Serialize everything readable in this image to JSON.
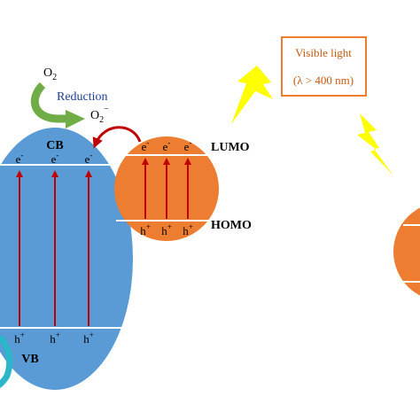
{
  "colors": {
    "semiconductor_fill": "#5b9bd5",
    "dye_fill": "#ed7d31",
    "arrow_red": "#c00000",
    "reduction_arrow": "#70ad47",
    "lightning": "#ffff00",
    "light_box_border": "#ed7d31",
    "light_text": "#c55a11",
    "reduction_text": "#1f3f8f",
    "cyan_arrow": "#2bb6c9"
  },
  "icons": {
    "lightning": "lightning-bolt",
    "reduction": "curved-arrow",
    "transfer": "curved-arrow"
  },
  "reduction": {
    "reactant_base": "O",
    "reactant_sub": "2",
    "label": "Reduction",
    "product_base": "O",
    "product_sub": "2",
    "product_sup": "−"
  },
  "semiconductor": {
    "cb_label": "CB",
    "vb_label": "VB",
    "electron_base": "e",
    "electron_sup": "-",
    "hole_base": "h",
    "hole_sup": "+"
  },
  "dye": {
    "lumo_label": "LUMO",
    "homo_label": "HOMO",
    "electron_base": "e",
    "electron_sup": "-",
    "hole_base": "h",
    "hole_sup": "+"
  },
  "light": {
    "line1": "Visible light",
    "line2": "(λ > 400 nm)"
  }
}
